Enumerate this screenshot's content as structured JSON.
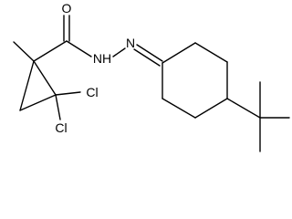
{
  "molecule": {
    "atoms": {
      "oxygen": "O",
      "nh": "NH",
      "n": "N",
      "cl_a": "Cl",
      "cl_b": "Cl"
    },
    "colors": {
      "bonds": "#000000",
      "labels": "#000000",
      "background": "#ffffff"
    }
  }
}
